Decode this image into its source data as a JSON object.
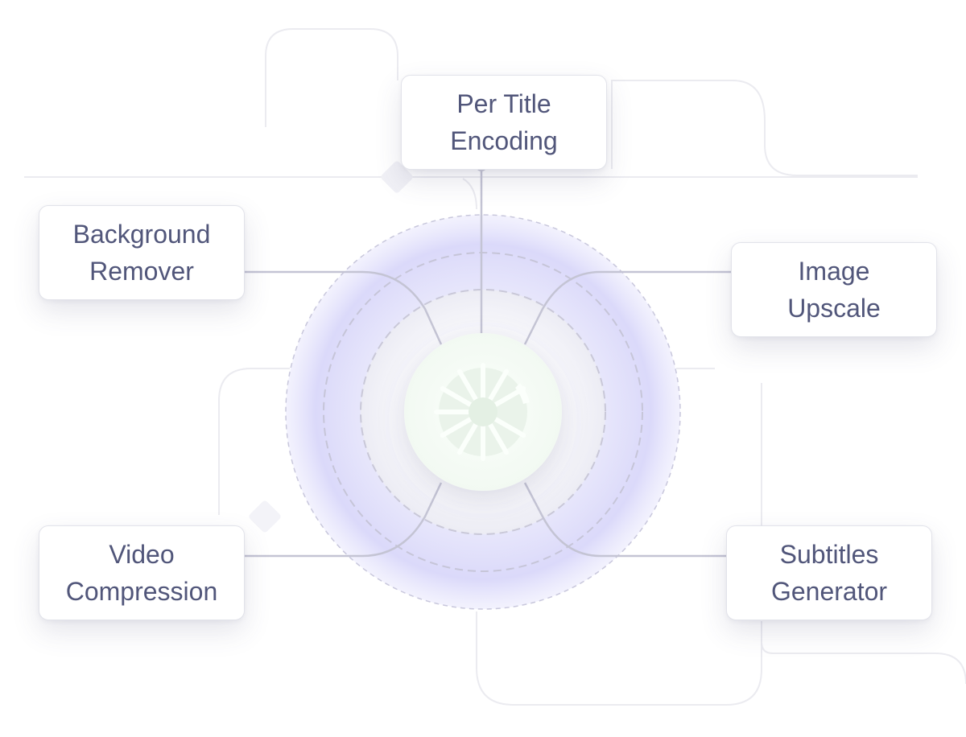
{
  "hub": {
    "icon": "spinner-icon",
    "accent_color": "#8f8cf0",
    "connector_color": "#c4c4d4",
    "text_color": "#51567a"
  },
  "features": [
    {
      "id": "per-title-encoding",
      "line1": "Per Title",
      "line2": "Encoding"
    },
    {
      "id": "background-remover",
      "line1": "Background",
      "line2": "Remover"
    },
    {
      "id": "image-upscale",
      "line1": "Image",
      "line2": "Upscale"
    },
    {
      "id": "video-compression",
      "line1": "Video",
      "line2": "Compression"
    },
    {
      "id": "subtitles-generator",
      "line1": "Subtitles",
      "line2": "Generator"
    }
  ]
}
